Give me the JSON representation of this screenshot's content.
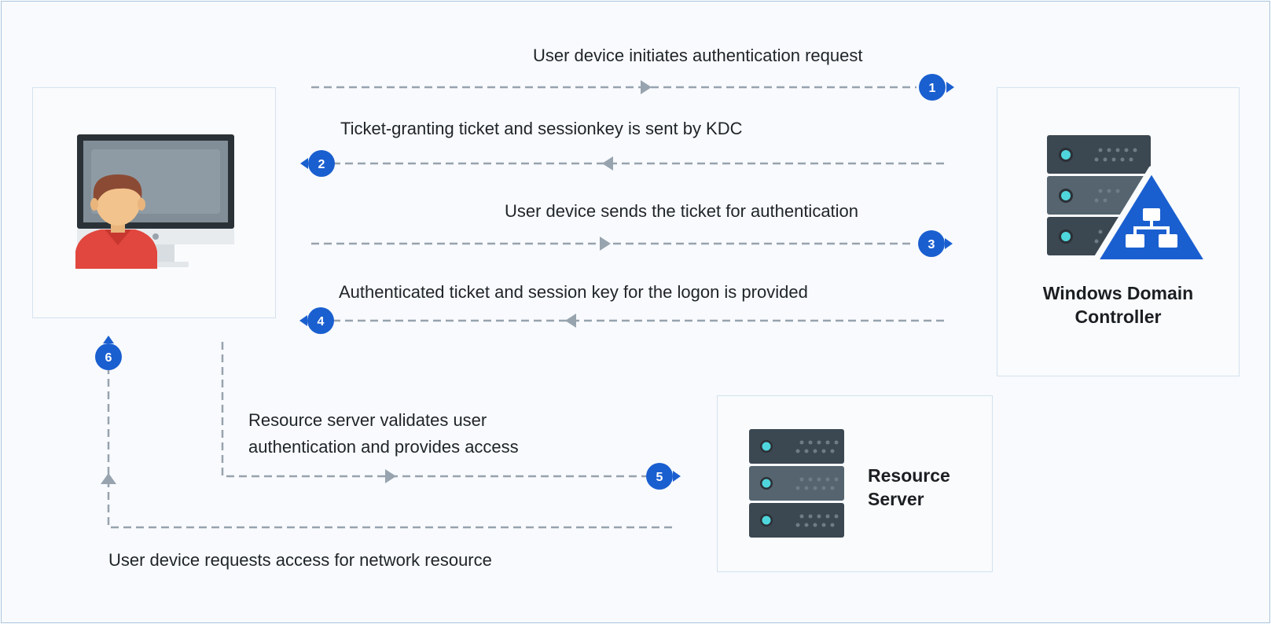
{
  "nodes": {
    "user_device": {
      "name": ""
    },
    "domain_controller": {
      "name_line1": "Windows Domain",
      "name_line2": "Controller"
    },
    "resource_server": {
      "name_line1": "Resource",
      "name_line2": "Server"
    }
  },
  "steps": [
    {
      "number": "1",
      "label": "User device initiates authentication request"
    },
    {
      "number": "2",
      "label": "Ticket-granting ticket and sessionkey is sent by KDC"
    },
    {
      "number": "3",
      "label": "User device sends the ticket for authentication"
    },
    {
      "number": "4",
      "label": "Authenticated ticket and session key for the logon is provided"
    },
    {
      "number": "5",
      "label_line1": "Resource server validates user",
      "label_line2": "authentication and provides access"
    },
    {
      "number": "6",
      "label": "User device requests access for network resource"
    }
  ],
  "colors": {
    "badge": "#1a5fd0",
    "connector": "#97a3ae",
    "server_dark": "#3b4751",
    "server_mid": "#55646f",
    "server_led": "#4fd6dc",
    "network_triangle": "#1a5fd0",
    "monitor_bezel": "#2a3238",
    "monitor_screen": "#828e97",
    "shirt": "#e1473e",
    "skin": "#f2c38c",
    "hair": "#8b4a34"
  },
  "icons": {
    "user_device": "user-at-monitor-icon",
    "domain_controller": "server-stack-with-network-icon",
    "resource_server": "server-stack-icon"
  }
}
